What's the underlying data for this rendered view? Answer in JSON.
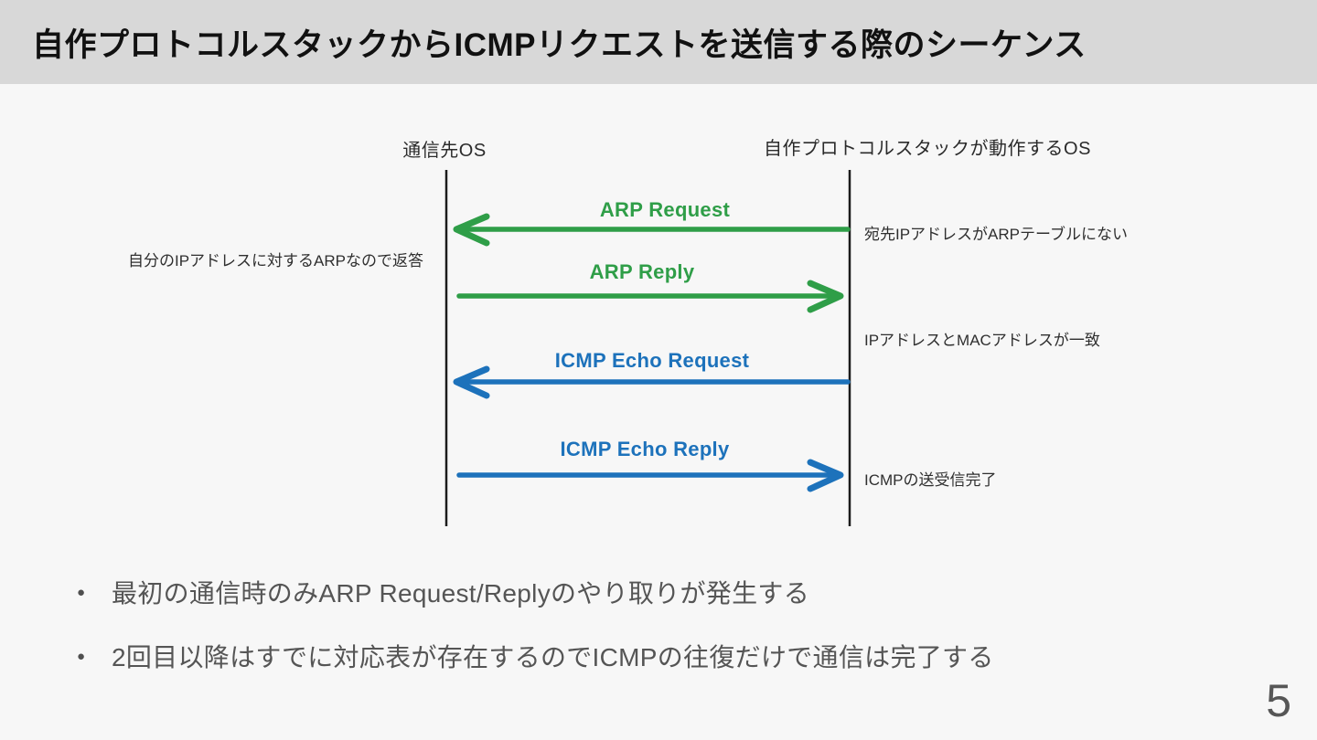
{
  "colors": {
    "arp_green": "#2f9e48",
    "icmp_blue": "#1d72bb",
    "header_bg": "#d8d8d8",
    "body_bg": "#f7f7f7",
    "lifeline_black": "#1c1c1c",
    "bullet_text_gray": "#555555"
  },
  "header": {
    "title": "自作プロトコルスタックからICMPリクエストを送信する際のシーケンス"
  },
  "diagram": {
    "type": "sequence-diagram",
    "lifelines": [
      {
        "label": "通信先OS"
      },
      {
        "label": "自作プロトコルスタックが動作するOS"
      }
    ],
    "messages": [
      {
        "label": "ARP Request",
        "from": "自作プロトコルスタックが動作するOS",
        "to": "通信先OS",
        "color": "#2f9e48"
      },
      {
        "label": "ARP Reply",
        "from": "通信先OS",
        "to": "自作プロトコルスタックが動作するOS",
        "color": "#2f9e48"
      },
      {
        "label": "ICMP Echo Request",
        "from": "自作プロトコルスタックが動作するOS",
        "to": "通信先OS",
        "color": "#1d72bb"
      },
      {
        "label": "ICMP Echo Reply",
        "from": "通信先OS",
        "to": "自作プロトコルスタックが動作するOS",
        "color": "#1d72bb"
      }
    ],
    "annotations": [
      {
        "label": "宛先IPアドレスがARPテーブルにない",
        "side": "right"
      },
      {
        "label": "自分のIPアドレスに対するARPなので返答",
        "side": "left"
      },
      {
        "label": "IPアドレスとMACアドレスが一致",
        "side": "right"
      },
      {
        "label": "ICMPの送受信完了",
        "side": "right"
      }
    ]
  },
  "bullets": [
    {
      "text": "最初の通信時のみARP Request/Replyのやり取りが発生する"
    },
    {
      "text": "2回目以降はすでに対応表が存在するのでICMPの往復だけで通信は完了する"
    }
  ],
  "footer": {
    "page_number": "5"
  }
}
